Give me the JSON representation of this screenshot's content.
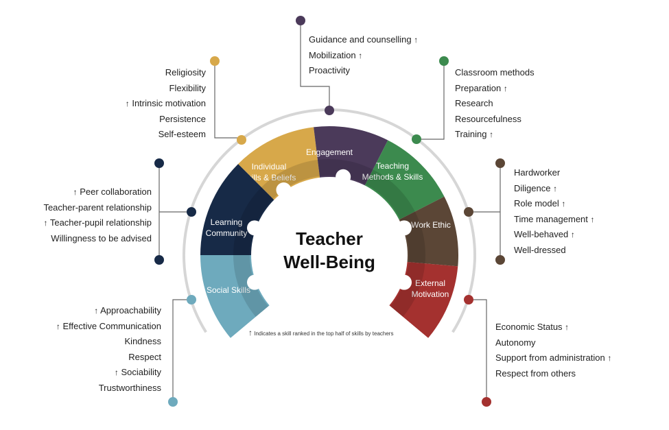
{
  "center": {
    "line1": "Teacher",
    "line2": "Well-Being"
  },
  "segments": [
    {
      "id": "individual",
      "label": [
        "Individual",
        "Skills & Beliefs"
      ],
      "color": "#d7a84a"
    },
    {
      "id": "engagement",
      "label": [
        "Engagement"
      ],
      "color": "#4b3a5a"
    },
    {
      "id": "teaching",
      "label": [
        "Teaching",
        "Methods & Skills"
      ],
      "color": "#3c8a4e"
    },
    {
      "id": "workethic",
      "label": [
        "Work Ethic"
      ],
      "color": "#5b4636"
    },
    {
      "id": "external",
      "label": [
        "External",
        "Motivation"
      ],
      "color": "#a4312f"
    },
    {
      "id": "social",
      "label": [
        "Social Skills"
      ],
      "color": "#6eaabd"
    },
    {
      "id": "learning",
      "label": [
        "Learning",
        "Community"
      ],
      "color": "#172a47"
    }
  ],
  "lists": {
    "engagement": [
      {
        "text": "Guidance and counselling",
        "arrow": "after"
      },
      {
        "text": "Mobilization",
        "arrow": "after"
      },
      {
        "text": "Proactivity",
        "arrow": ""
      }
    ],
    "individual": [
      {
        "text": "Religiosity",
        "arrow": ""
      },
      {
        "text": "Flexibility",
        "arrow": ""
      },
      {
        "text": "Intrinsic motivation",
        "arrow": "before"
      },
      {
        "text": "Persistence",
        "arrow": ""
      },
      {
        "text": "Self-esteem",
        "arrow": ""
      }
    ],
    "teaching": [
      {
        "text": "Classroom methods",
        "arrow": ""
      },
      {
        "text": "Preparation",
        "arrow": "after"
      },
      {
        "text": "Research",
        "arrow": ""
      },
      {
        "text": "Resourcefulness",
        "arrow": ""
      },
      {
        "text": "Training",
        "arrow": "after"
      }
    ],
    "learning": [
      {
        "text": "Peer collaboration",
        "arrow": "before"
      },
      {
        "text": "Teacher-parent relationship",
        "arrow": ""
      },
      {
        "text": "Teacher-pupil relationship",
        "arrow": "before"
      },
      {
        "text": "Willingness to be advised",
        "arrow": ""
      }
    ],
    "workethic": [
      {
        "text": "Hardworker",
        "arrow": ""
      },
      {
        "text": "Diligence",
        "arrow": "after"
      },
      {
        "text": "Role model",
        "arrow": "after"
      },
      {
        "text": "Time management",
        "arrow": "after"
      },
      {
        "text": "Well-behaved",
        "arrow": "after"
      },
      {
        "text": "Well-dressed",
        "arrow": ""
      }
    ],
    "social": [
      {
        "text": "Approachability",
        "arrow": "before"
      },
      {
        "text": "Effective Communication",
        "arrow": "before"
      },
      {
        "text": "Kindness",
        "arrow": ""
      },
      {
        "text": "Respect",
        "arrow": ""
      },
      {
        "text": "Sociability",
        "arrow": "before"
      },
      {
        "text": "Trustworthiness",
        "arrow": ""
      }
    ],
    "external": [
      {
        "text": "Economic Status",
        "arrow": "after"
      },
      {
        "text": "Autonomy",
        "arrow": ""
      },
      {
        "text": "Support from administration",
        "arrow": "after"
      },
      {
        "text": "Respect from others",
        "arrow": ""
      }
    ]
  },
  "arrow_symbol": "↑",
  "note": "Indicates a skill ranked in the top half of skills by teachers"
}
